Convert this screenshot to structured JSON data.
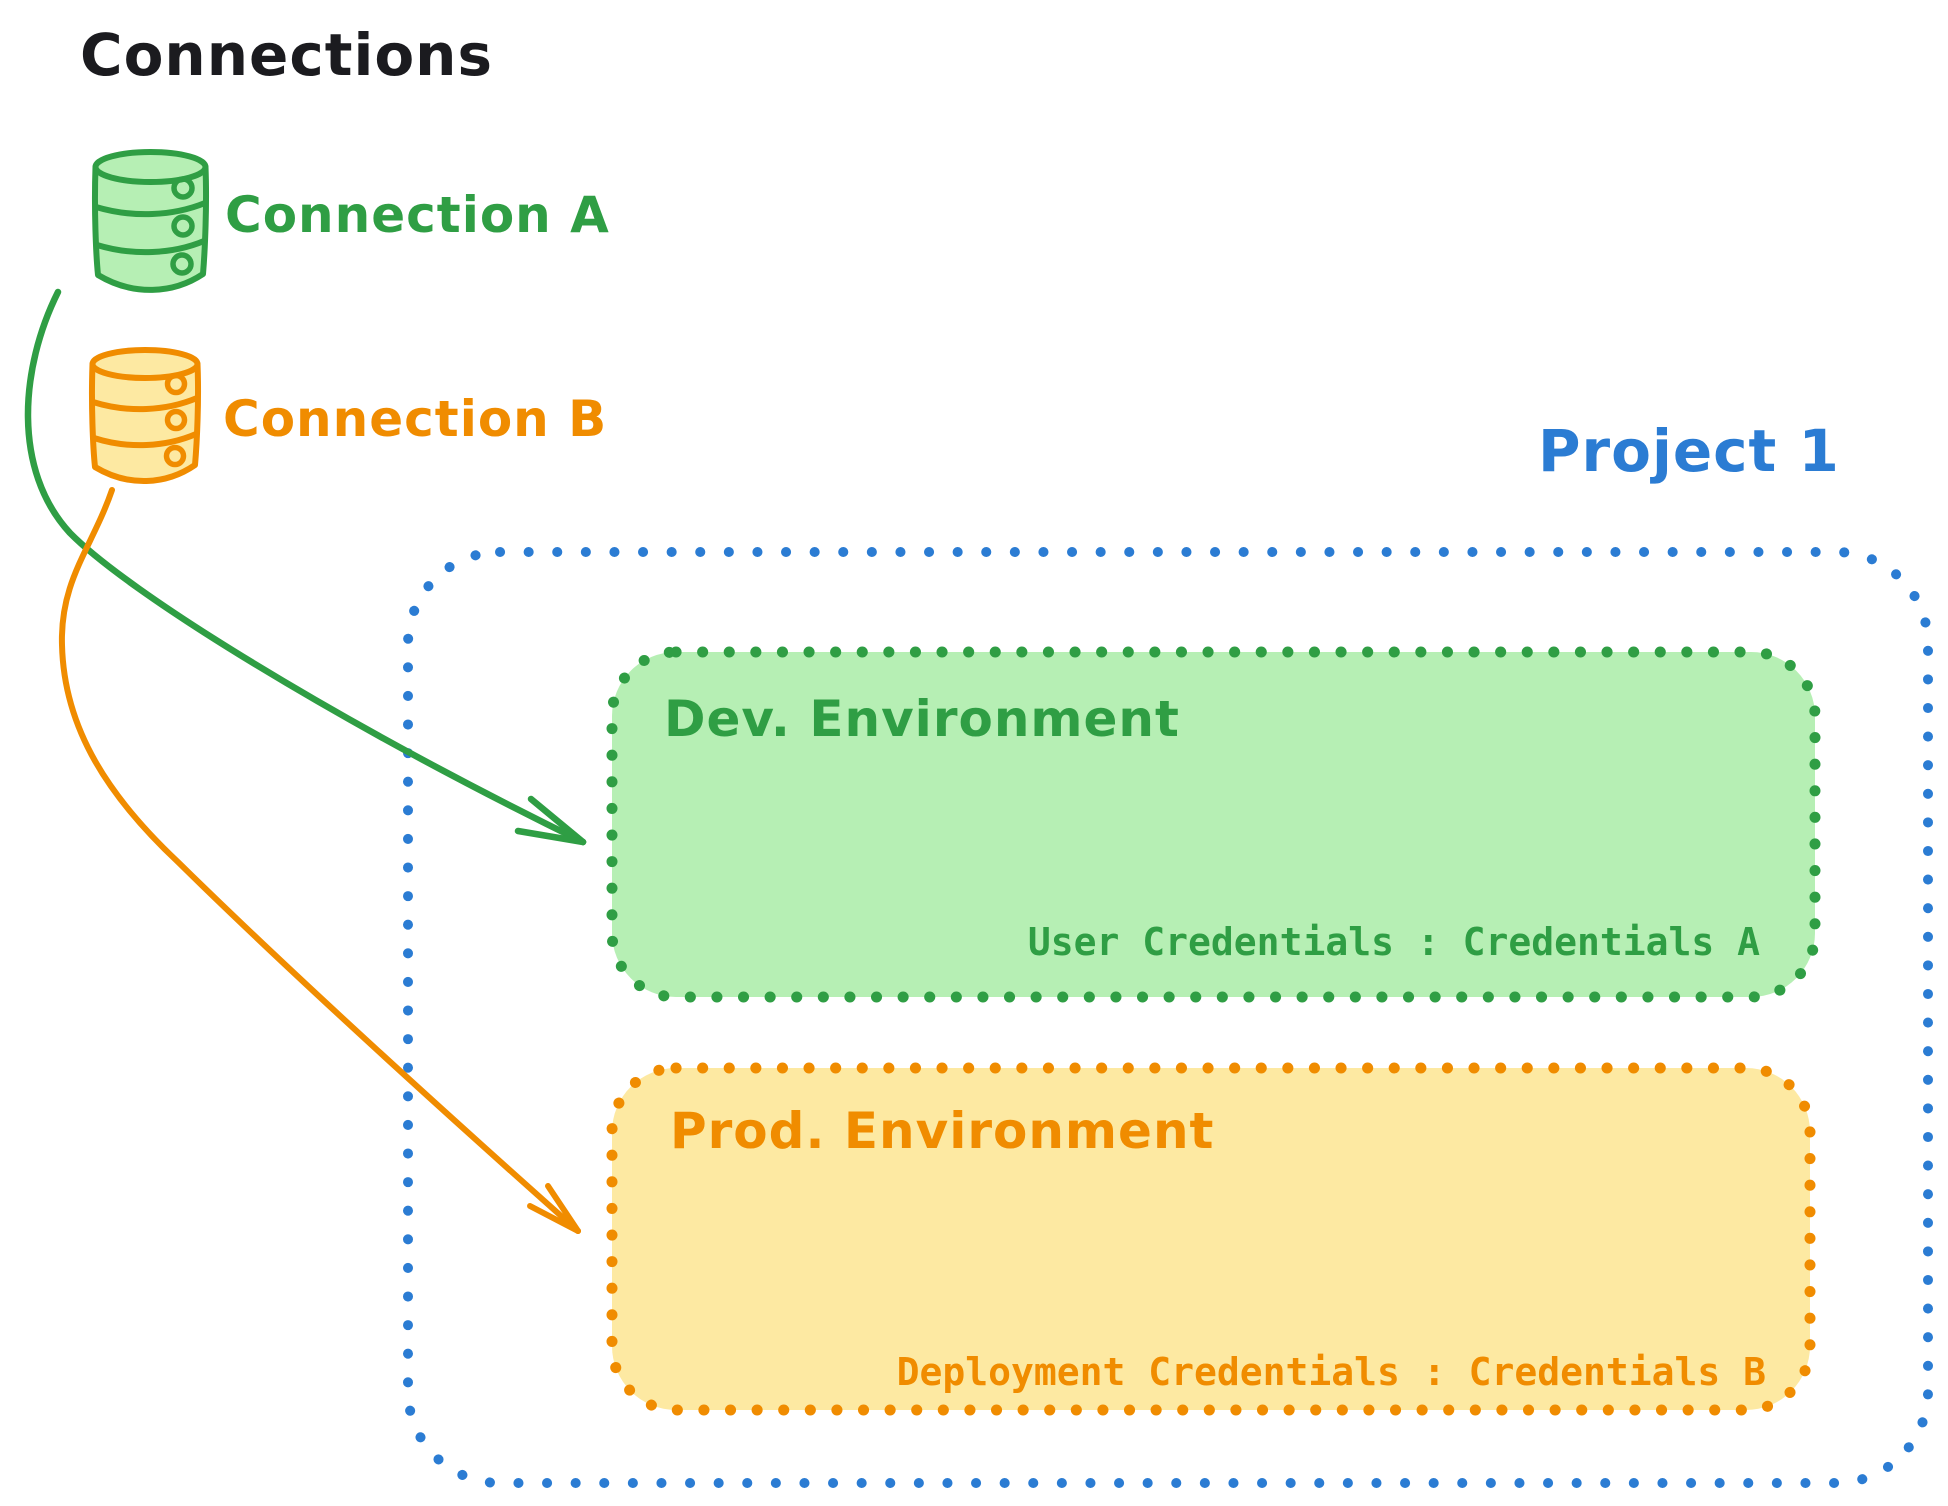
{
  "title": "Connections",
  "connections": [
    {
      "label": "Connection A",
      "color": "#2f9e44",
      "fill": "#b6efb4",
      "icon": "database-icon"
    },
    {
      "label": "Connection B",
      "color": "#f08c00",
      "fill": "#fde9a2",
      "icon": "database-icon"
    }
  ],
  "project": {
    "title": "Project 1",
    "color": "#2b7cd3",
    "environments": [
      {
        "name": "Dev. Environment",
        "credentials": "User Credentials : Credentials A",
        "color": "#2f9e44",
        "fill": "#b6efb4"
      },
      {
        "name": "Prod. Environment",
        "credentials": "Deployment Credentials : Credentials B",
        "color": "#f08c00",
        "fill": "#fde9a2"
      }
    ]
  },
  "links": [
    {
      "from": "Connection A",
      "to": "Dev. Environment",
      "color": "#2f9e44"
    },
    {
      "from": "Connection B",
      "to": "Prod. Environment",
      "color": "#f08c00"
    }
  ],
  "colors": {
    "heading": "#1b1b1f",
    "green": "#2f9e44",
    "green_fill": "#b6efb4",
    "orange": "#f08c00",
    "orange_fill": "#fde9a2",
    "blue": "#2b7cd3",
    "background": "#ffffff"
  }
}
